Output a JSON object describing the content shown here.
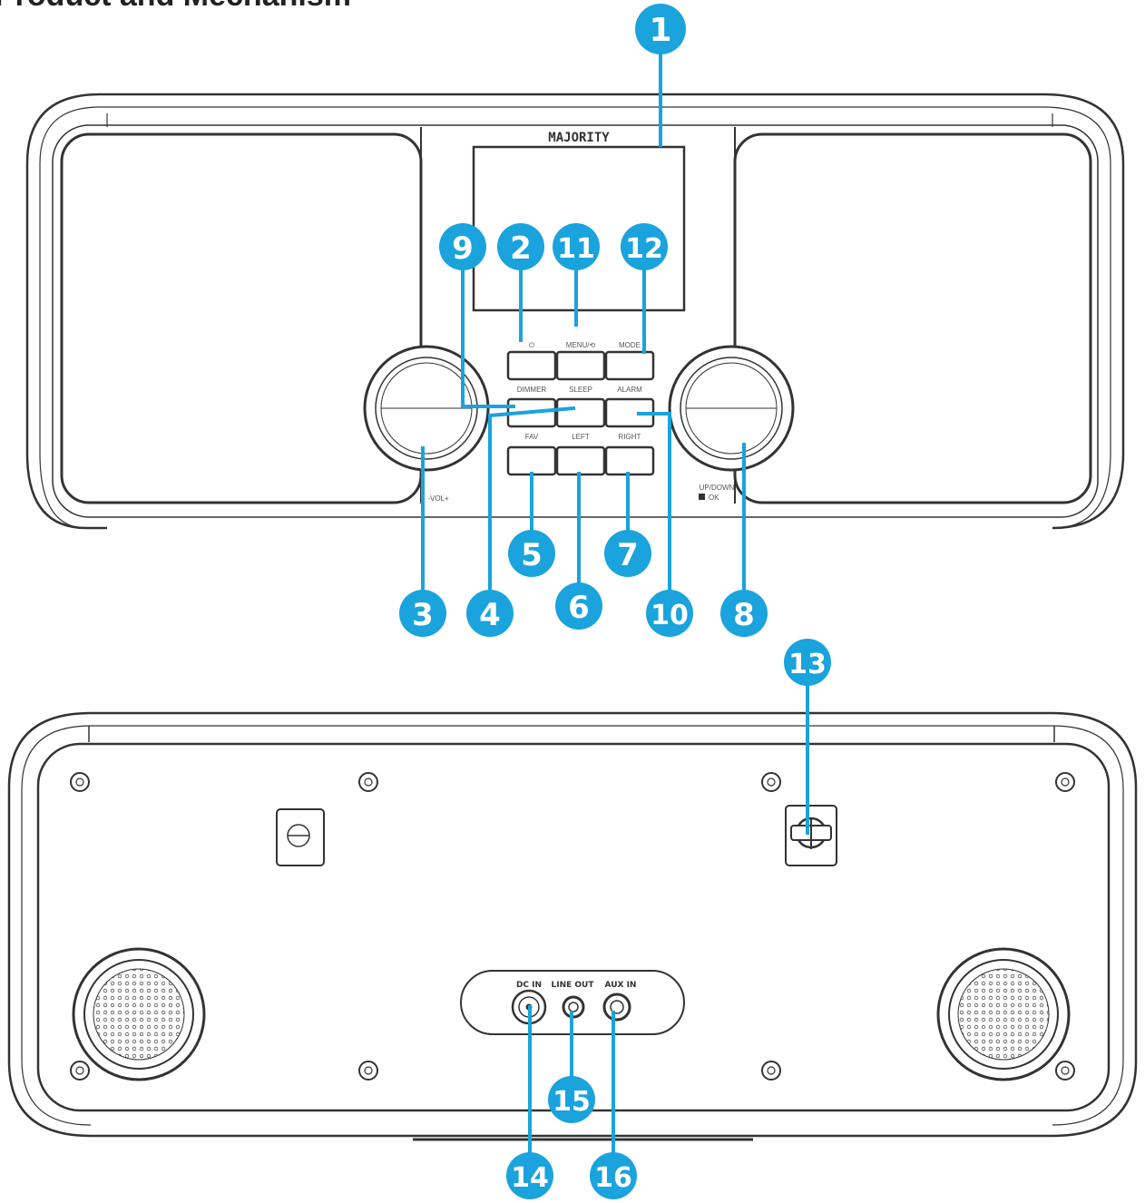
{
  "heading": "Product and Mechanism",
  "colors": {
    "callout": "#1aa3dc",
    "line": "#333333",
    "panel": "#ffffff"
  },
  "front": {
    "logo": "MAJORITY",
    "labels": {
      "power": "⏻",
      "menu": "MENU/⟲",
      "mode": "MODE",
      "dimmer": "DIMMER",
      "sleep": "SLEEP",
      "alarm": "ALARM",
      "fav": "FAV",
      "left": "LEFT",
      "right": "RIGHT",
      "vol": "-VOL+",
      "updown": "UP/DOWN",
      "ok": "OK"
    }
  },
  "back": {
    "labels": {
      "dc_in": "DC IN",
      "line_out": "LINE OUT",
      "aux_in": "AUX IN"
    }
  },
  "callouts": [
    "1",
    "2",
    "3",
    "4",
    "5",
    "6",
    "7",
    "8",
    "9",
    "10",
    "11",
    "12",
    "13",
    "14",
    "15",
    "16"
  ]
}
